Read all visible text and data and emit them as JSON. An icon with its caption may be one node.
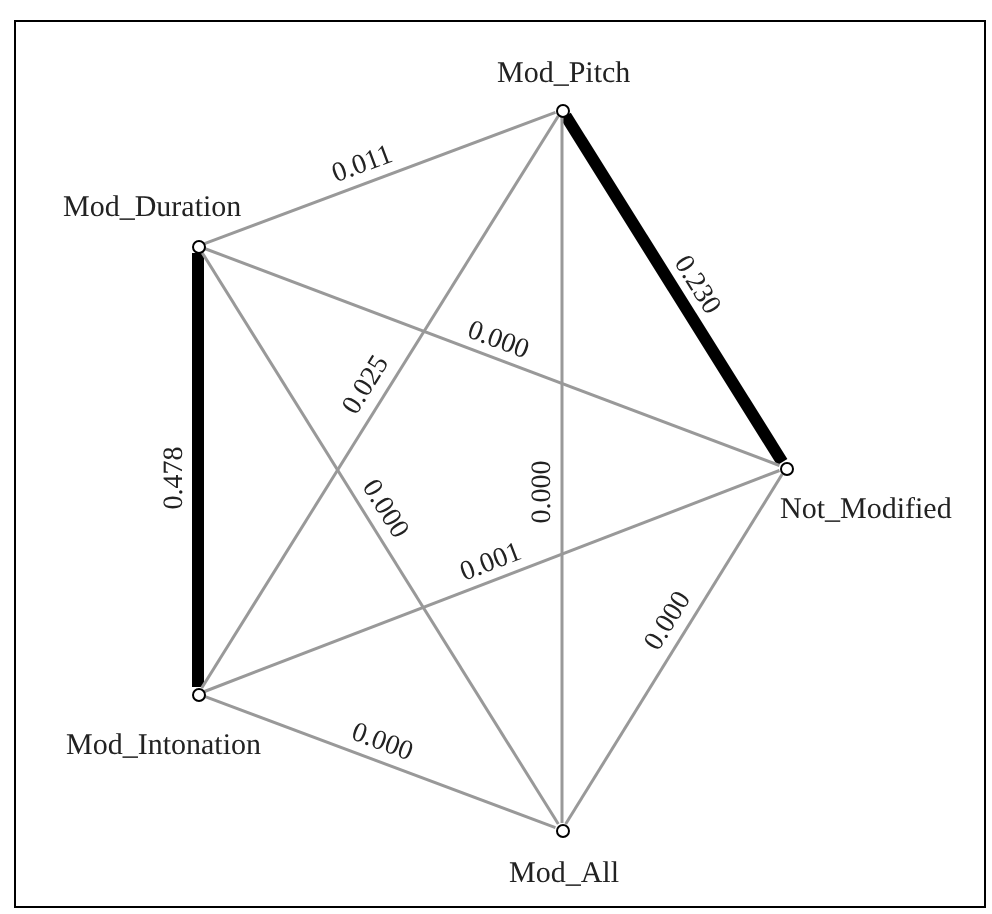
{
  "diagram": {
    "nodes": [
      {
        "text": [
          "Mod_Pitch"
        ]
      },
      {
        "text": [
          "Mod_Duration"
        ]
      },
      {
        "text": [
          "Not_Modified"
        ]
      },
      {
        "text": [
          "Mod_Intonation"
        ]
      },
      {
        "text": [
          "Mod_All"
        ]
      }
    ],
    "edges": [
      {
        "from": 1,
        "to": 0,
        "arrow": "none",
        "label": "0.011"
      },
      {
        "from": 0,
        "to": 2,
        "arrow": "none",
        "label": "0.230",
        "style": "thick",
        "color": "#000000"
      },
      {
        "from": 1,
        "to": 3,
        "arrow": "none",
        "label": "0.478",
        "style": "thick",
        "color": "#000000"
      },
      {
        "from": 1,
        "to": 2,
        "arrow": "none",
        "label": "0.000"
      },
      {
        "from": 3,
        "to": 0,
        "arrow": "none",
        "label": "0.025"
      },
      {
        "from": 1,
        "to": 4,
        "arrow": "none",
        "label": "0.000"
      },
      {
        "from": 0,
        "to": 4,
        "arrow": "none",
        "label": "0.000"
      },
      {
        "from": 3,
        "to": 2,
        "arrow": "none",
        "label": "0.001"
      },
      {
        "from": 3,
        "to": 4,
        "arrow": "none",
        "label": "0.000"
      },
      {
        "from": 2,
        "to": 4,
        "arrow": "none",
        "label": "0.000"
      }
    ]
  }
}
